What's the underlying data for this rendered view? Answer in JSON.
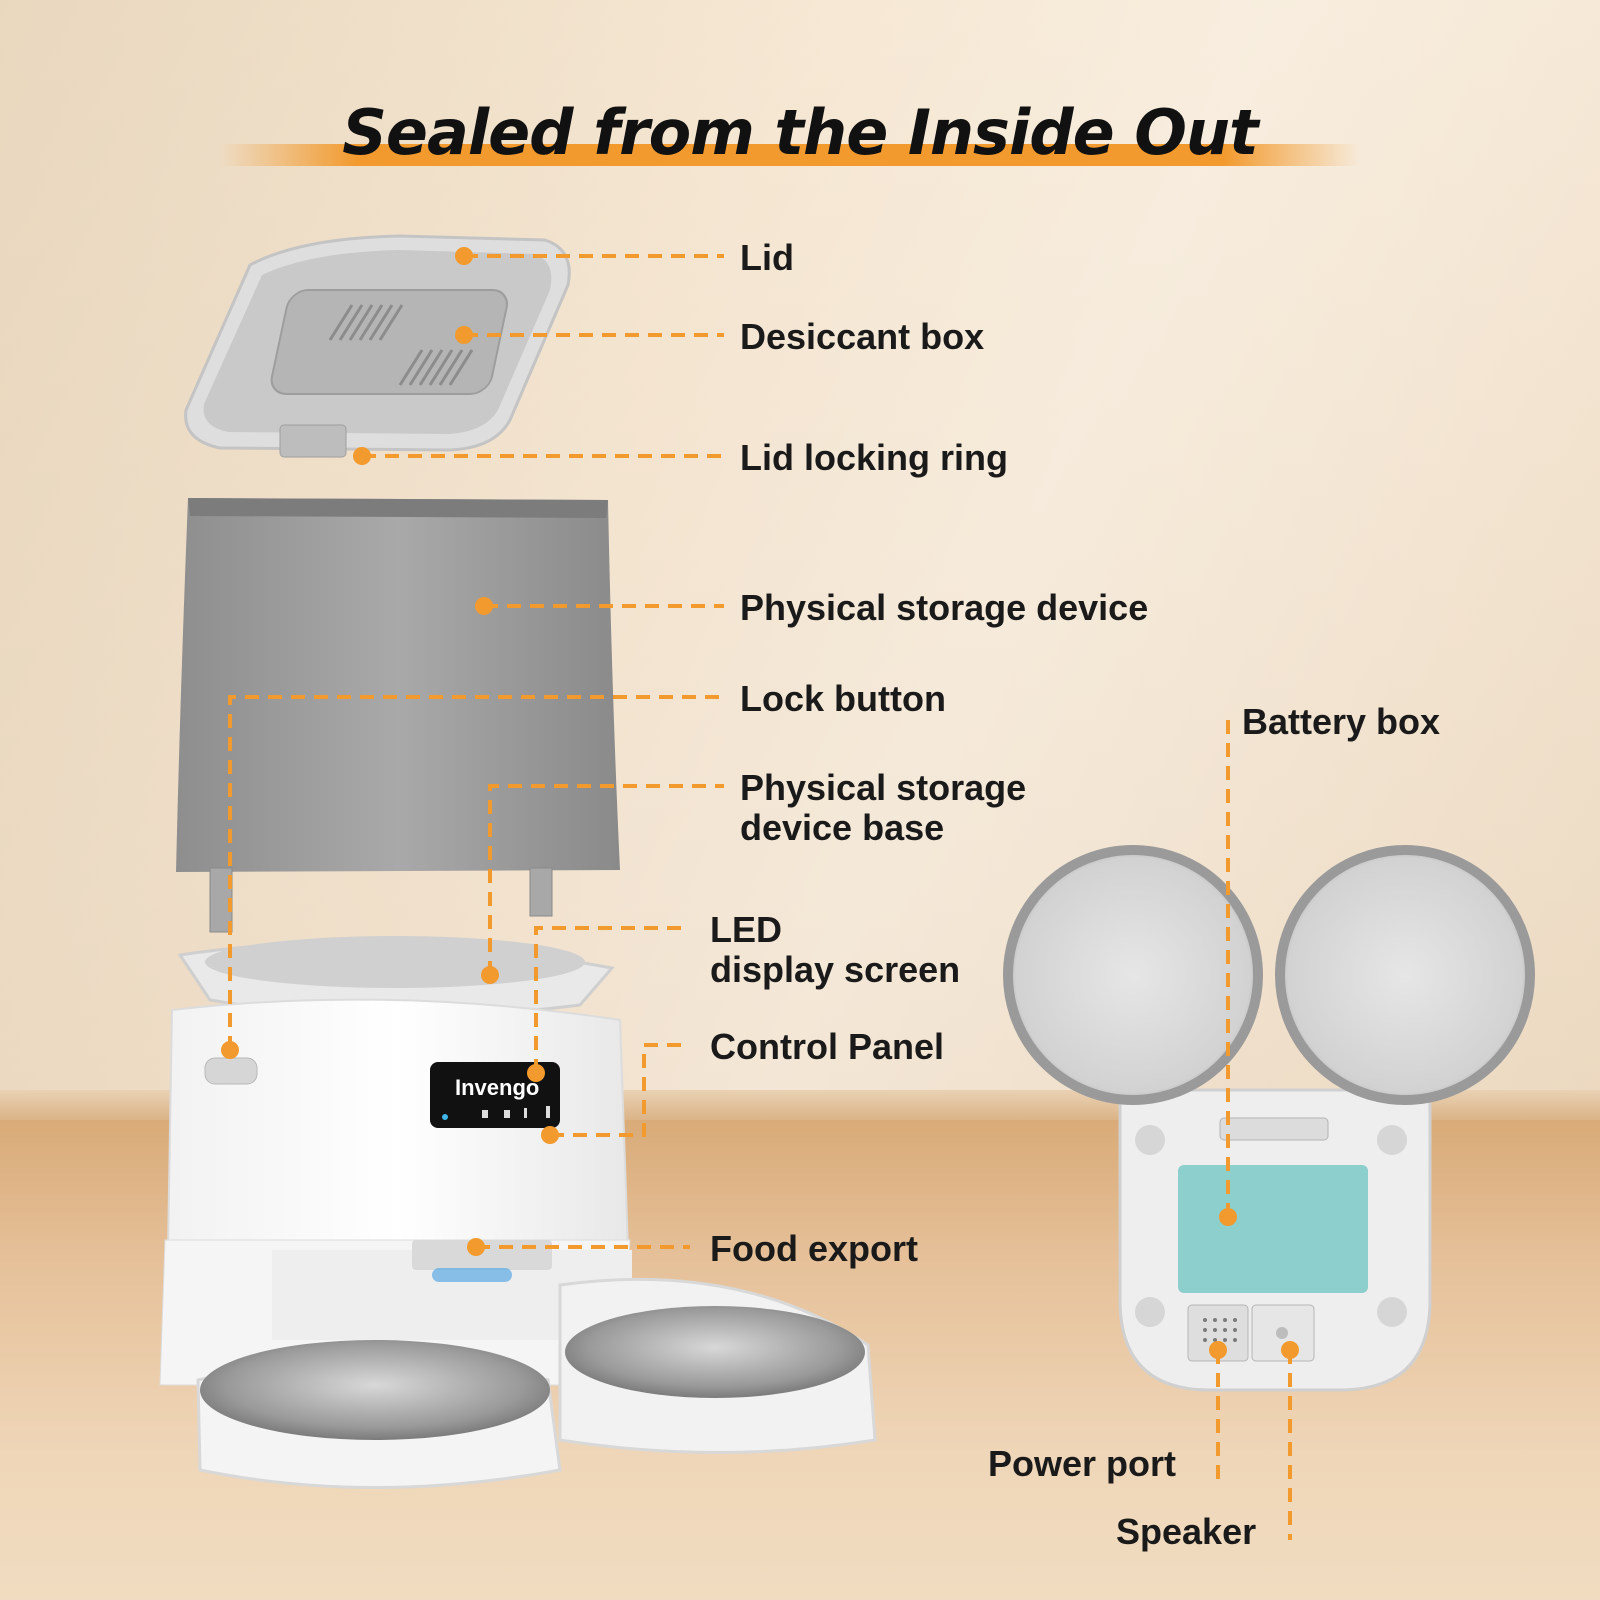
{
  "title": "Sealed from the Inside Out",
  "product_brand": "Invengo",
  "accent_color": "#f29a2e",
  "labels": {
    "lid": "Lid",
    "desiccant_box": "Desiccant box",
    "lid_locking_ring": "Lid locking ring",
    "physical_storage_device": "Physical storage device",
    "lock_button": "Lock button",
    "storage_base_line1": "Physical storage",
    "storage_base_line2": "device base",
    "led_line1": "LED",
    "led_line2": "display screen",
    "control_panel": "Control Panel",
    "food_export": "Food export",
    "battery_box": "Battery box",
    "power_port": "Power port",
    "speaker": "Speaker"
  }
}
